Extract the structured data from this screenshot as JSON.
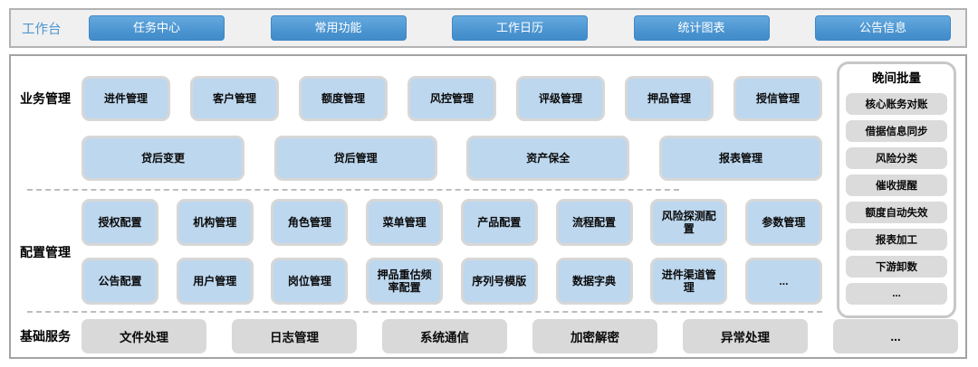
{
  "topbar": {
    "label": "工作台",
    "buttons": [
      "任务中心",
      "常用功能",
      "工作日历",
      "统计图表",
      "公告信息"
    ]
  },
  "sections": {
    "business": {
      "label": "业务管理",
      "row1": [
        "进件管理",
        "客户管理",
        "额度管理",
        "风控管理",
        "评级管理",
        "押品管理",
        "授信管理"
      ],
      "row2": [
        "贷后变更",
        "贷后管理",
        "资产保全",
        "报表管理"
      ]
    },
    "config": {
      "label": "配置管理",
      "row1": [
        "授权配置",
        "机构管理",
        "角色管理",
        "菜单管理",
        "产品配置",
        "流程配置",
        "风险探测配置",
        "参数管理"
      ],
      "row2": [
        "公告配置",
        "用户管理",
        "岗位管理",
        "押品重估频率配置",
        "序列号模版",
        "数据字典",
        "进件渠道管理",
        "..."
      ]
    },
    "base": {
      "label": "基础服务",
      "items": [
        "文件处理",
        "日志管理",
        "系统通信",
        "加密解密",
        "异常处理",
        "..."
      ]
    }
  },
  "night_batch": {
    "title": "晚间批量",
    "items": [
      "核心账务对账",
      "借据信息同步",
      "风险分类",
      "催收提醒",
      "额度自动失效",
      "报表加工",
      "下游卸数",
      "..."
    ]
  },
  "colors": {
    "accent_blue": "#4892cf",
    "module_light_blue": "#bdd7ee",
    "service_gray": "#d9d9d9",
    "workbench_label_blue": "#4e95d0"
  }
}
